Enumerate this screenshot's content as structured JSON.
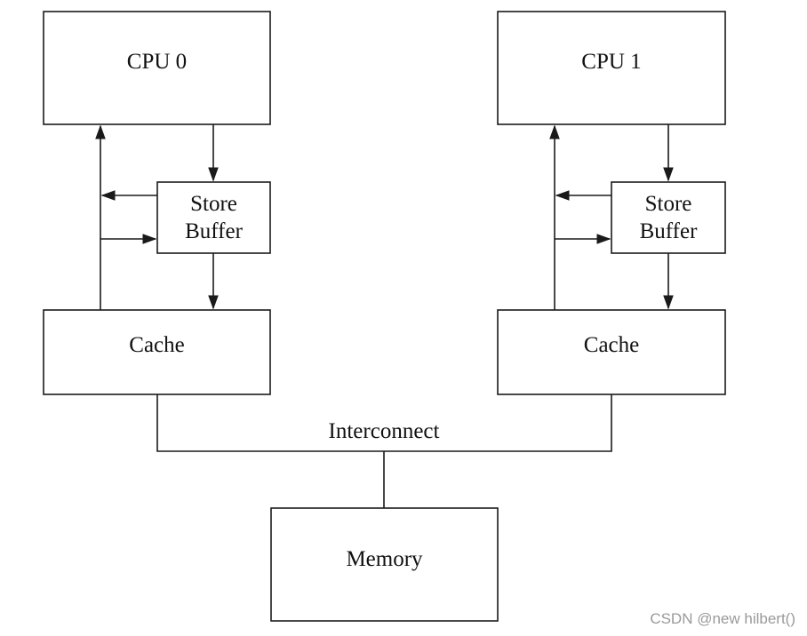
{
  "diagram": {
    "cpu0": {
      "label": "CPU 0"
    },
    "cpu1": {
      "label": "CPU 1"
    },
    "store_buffer_0": {
      "line1": "Store",
      "line2": "Buffer"
    },
    "store_buffer_1": {
      "line1": "Store",
      "line2": "Buffer"
    },
    "cache0": {
      "label": "Cache"
    },
    "cache1": {
      "label": "Cache"
    },
    "interconnect": {
      "label": "Interconnect"
    },
    "memory": {
      "label": "Memory"
    }
  },
  "watermark": "CSDN @new hilbert()"
}
